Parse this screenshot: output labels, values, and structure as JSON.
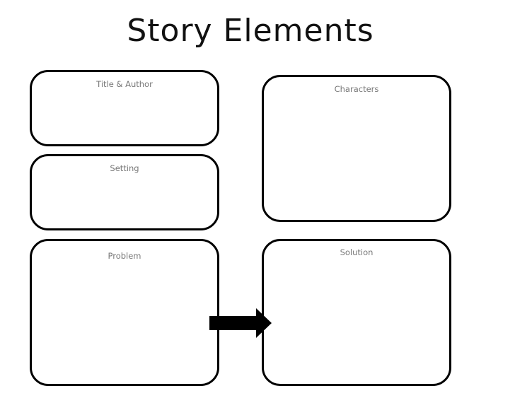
{
  "title": "Story Elements",
  "boxes": {
    "title_author": "Title & Author",
    "setting": "Setting",
    "problem": "Problem",
    "characters": "Characters",
    "solution": "Solution"
  },
  "arrow_icon": "right-arrow-icon"
}
